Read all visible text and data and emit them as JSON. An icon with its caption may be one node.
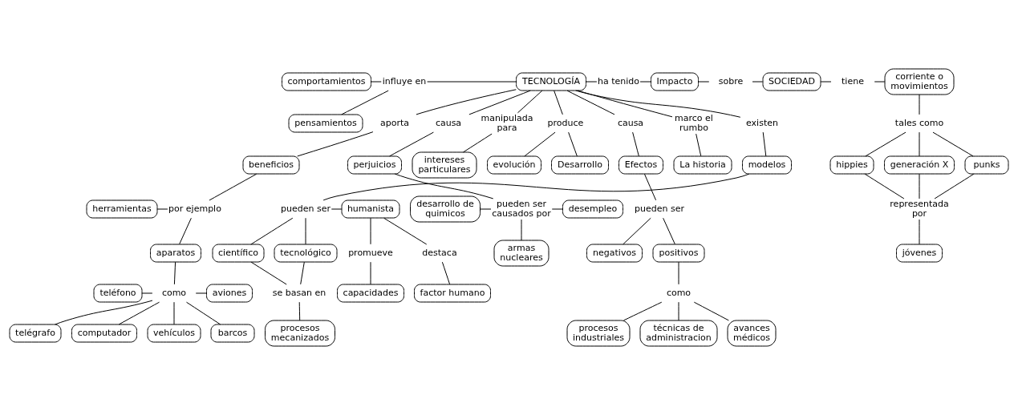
{
  "diagram": {
    "nodes": [
      {
        "text": [
          "comportamientos"
        ]
      },
      {
        "text": [
          "influye en"
        ]
      },
      {
        "text": [
          "TECNOLOGÍA"
        ]
      },
      {
        "text": [
          "ha tenido"
        ]
      },
      {
        "text": [
          "Impacto"
        ]
      },
      {
        "text": [
          "sobre"
        ]
      },
      {
        "text": [
          "SOCIEDAD"
        ]
      },
      {
        "text": [
          "tiene"
        ]
      },
      {
        "text": [
          "corriente o movimientos"
        ]
      },
      {
        "text": [
          "pensamientos"
        ]
      },
      {
        "text": [
          "aporta"
        ]
      },
      {
        "text": [
          "existen"
        ]
      },
      {
        "text": [
          "tales como"
        ]
      },
      {
        "text": [
          "beneficios"
        ]
      },
      {
        "text": [
          "marco el rumbo"
        ]
      },
      {
        "text": [
          "causa"
        ]
      },
      {
        "text": [
          "manipulada para"
        ]
      },
      {
        "text": [
          "modelos"
        ]
      },
      {
        "text": [
          "hippies"
        ]
      },
      {
        "text": [
          "generación X"
        ]
      },
      {
        "text": [
          "punks"
        ]
      },
      {
        "text": [
          "por ejemplo"
        ]
      },
      {
        "text": [
          "herramientas"
        ]
      },
      {
        "text": [
          "La historia"
        ]
      },
      {
        "text": [
          "produce"
        ]
      },
      {
        "text": [
          "pueden ser"
        ]
      },
      {
        "text": [
          "humanista"
        ]
      },
      {
        "text": [
          "aparatos"
        ]
      },
      {
        "text": [
          "intereses particulares"
        ]
      },
      {
        "text": [
          "causa"
        ]
      },
      {
        "text": [
          "representada por"
        ]
      },
      {
        "text": [
          "científico"
        ]
      },
      {
        "text": [
          "tecnológico"
        ]
      },
      {
        "text": [
          "Desarrollo"
        ]
      },
      {
        "text": [
          "evolución"
        ]
      },
      {
        "text": [
          "teléfono"
        ]
      },
      {
        "text": [
          "como"
        ]
      },
      {
        "text": [
          "aviones"
        ]
      },
      {
        "text": [
          "destaca"
        ]
      },
      {
        "text": [
          "promueve"
        ]
      },
      {
        "text": [
          "Efectos"
        ]
      },
      {
        "text": [
          "se basan en"
        ]
      },
      {
        "text": [
          "telégrafo"
        ]
      },
      {
        "text": [
          "barcos"
        ]
      },
      {
        "text": [
          "jóvenes"
        ]
      },
      {
        "text": [
          "factor humano"
        ]
      },
      {
        "text": [
          "capacidades"
        ]
      },
      {
        "text": [
          "pueden ser"
        ]
      },
      {
        "text": [
          "perjuicios"
        ]
      },
      {
        "text": [
          "vehículos"
        ]
      },
      {
        "text": [
          "computador"
        ]
      },
      {
        "text": [
          "procesos mecanizados"
        ]
      },
      {
        "text": [
          "positivos"
        ]
      },
      {
        "text": [
          "negativos"
        ]
      },
      {
        "text": [
          "desarrollo de quimicos"
        ]
      },
      {
        "text": [
          "pueden ser causados por"
        ]
      },
      {
        "text": [
          "desempleo"
        ]
      },
      {
        "text": [
          "procesos industriales"
        ]
      },
      {
        "text": [
          "armas nucleares"
        ]
      },
      {
        "text": [
          "como"
        ]
      },
      {
        "text": [
          "técnicas de administracion"
        ]
      },
      {
        "text": [
          "avances médicos"
        ]
      }
    ],
    "edges": [
      {
        "from": 0,
        "to": 1,
        "arrow": "none"
      },
      {
        "from": 1,
        "to": 2,
        "arrow": "none"
      },
      {
        "from": 1,
        "to": 9,
        "arrow": "none"
      },
      {
        "from": 2,
        "to": 3,
        "arrow": "none"
      },
      {
        "from": 3,
        "to": 4,
        "arrow": "none"
      },
      {
        "from": 4,
        "to": 5,
        "arrow": "none"
      },
      {
        "from": 5,
        "to": 6,
        "arrow": "none"
      },
      {
        "from": 6,
        "to": 7,
        "arrow": "none"
      },
      {
        "from": 7,
        "to": 8,
        "arrow": "none"
      },
      {
        "from": 2,
        "to": 10,
        "arrow": "none"
      },
      {
        "from": 10,
        "to": 13,
        "arrow": "none"
      },
      {
        "from": 13,
        "to": 21,
        "arrow": "none"
      },
      {
        "from": 22,
        "to": 21,
        "arrow": "none"
      },
      {
        "from": 21,
        "to": 27,
        "arrow": "none"
      },
      {
        "from": 27,
        "to": 36,
        "arrow": "none"
      },
      {
        "from": 35,
        "to": 36,
        "arrow": "none"
      },
      {
        "from": 36,
        "to": 37,
        "arrow": "none"
      },
      {
        "from": 36,
        "to": 42,
        "arrow": "none"
      },
      {
        "from": 36,
        "to": 50,
        "arrow": "none"
      },
      {
        "from": 36,
        "to": 49,
        "arrow": "none"
      },
      {
        "from": 36,
        "to": 43,
        "arrow": "none"
      },
      {
        "from": 2,
        "to": 15,
        "arrow": "none"
      },
      {
        "from": 15,
        "to": 48,
        "arrow": "none"
      },
      {
        "from": 48,
        "to": 55,
        "arrow": "none"
      },
      {
        "from": 54,
        "to": 55,
        "arrow": "none"
      },
      {
        "from": 55,
        "to": 56,
        "arrow": "none"
      },
      {
        "from": 55,
        "to": 58,
        "arrow": "none"
      },
      {
        "from": 2,
        "to": 16,
        "arrow": "none"
      },
      {
        "from": 16,
        "to": 28,
        "arrow": "none"
      },
      {
        "from": 2,
        "to": 24,
        "arrow": "none"
      },
      {
        "from": 24,
        "to": 33,
        "arrow": "none"
      },
      {
        "from": 24,
        "to": 34,
        "arrow": "none"
      },
      {
        "from": 2,
        "to": 29,
        "arrow": "none"
      },
      {
        "from": 29,
        "to": 40,
        "arrow": "none"
      },
      {
        "from": 40,
        "to": 47,
        "arrow": "none"
      },
      {
        "from": 47,
        "to": 52,
        "arrow": "none"
      },
      {
        "from": 47,
        "to": 53,
        "arrow": "none"
      },
      {
        "from": 52,
        "to": 59,
        "arrow": "none"
      },
      {
        "from": 59,
        "to": 57,
        "arrow": "none"
      },
      {
        "from": 59,
        "to": 60,
        "arrow": "none"
      },
      {
        "from": 59,
        "to": 61,
        "arrow": "none"
      },
      {
        "from": 2,
        "to": 14,
        "arrow": "none"
      },
      {
        "from": 14,
        "to": 23,
        "arrow": "none"
      },
      {
        "from": 2,
        "to": 11,
        "arrow": "none"
      },
      {
        "from": 11,
        "to": 17,
        "arrow": "none"
      },
      {
        "from": 17,
        "to": 25,
        "arrow": "none"
      },
      {
        "from": 25,
        "to": 31,
        "arrow": "none"
      },
      {
        "from": 25,
        "to": 32,
        "arrow": "none"
      },
      {
        "from": 25,
        "to": 26,
        "arrow": "none"
      },
      {
        "from": 31,
        "to": 41,
        "arrow": "none"
      },
      {
        "from": 32,
        "to": 41,
        "arrow": "none"
      },
      {
        "from": 41,
        "to": 51,
        "arrow": "none"
      },
      {
        "from": 26,
        "to": 38,
        "arrow": "none"
      },
      {
        "from": 38,
        "to": 45,
        "arrow": "none"
      },
      {
        "from": 26,
        "to": 39,
        "arrow": "none"
      },
      {
        "from": 39,
        "to": 46,
        "arrow": "none"
      },
      {
        "from": 8,
        "to": 12,
        "arrow": "none"
      },
      {
        "from": 12,
        "to": 18,
        "arrow": "none"
      },
      {
        "from": 12,
        "to": 19,
        "arrow": "none"
      },
      {
        "from": 12,
        "to": 20,
        "arrow": "none"
      },
      {
        "from": 18,
        "to": 30,
        "arrow": "none"
      },
      {
        "from": 19,
        "to": 30,
        "arrow": "none"
      },
      {
        "from": 20,
        "to": 30,
        "arrow": "none"
      },
      {
        "from": 30,
        "to": 44,
        "arrow": "none"
      }
    ]
  }
}
